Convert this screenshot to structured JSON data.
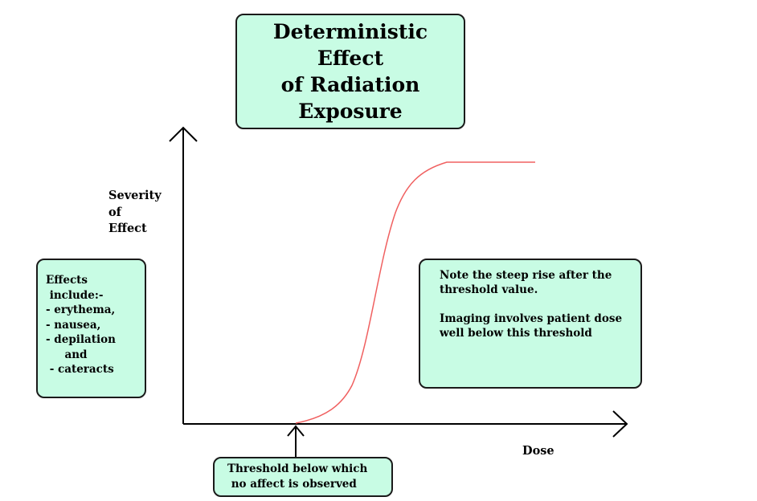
{
  "title": "Deterministic Effect\nof Radiation\nExposure",
  "axes": {
    "ylabel": "Severity\nof\nEffect",
    "xlabel": "Dose"
  },
  "effects_box": {
    "text": "Effects\n include:-\n- erythema,\n- nausea,\n- depilation\n     and\n - cateracts"
  },
  "note_box": {
    "line1": "Note the steep rise after the threshold value.",
    "line2": "Imaging involves patient dose well below this threshold"
  },
  "threshold_box": {
    "text": "Threshold below which\n no affect is observed"
  },
  "colors": {
    "box_fill": "#c8fce4",
    "curve": "#f06060",
    "axis": "#000000"
  },
  "chart_data": {
    "type": "line",
    "curve_shape": "sigmoid",
    "threshold_marker": "upward arrow at curve start on dose axis",
    "grid": false
  }
}
